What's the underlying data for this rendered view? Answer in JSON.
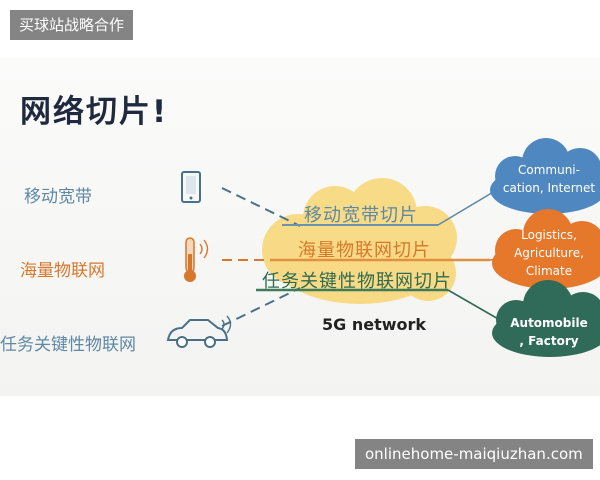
{
  "watermark_top": "买球站战略合作",
  "watermark_bottom": "onlinehome-maiqiuzhan.com",
  "diagram": {
    "title": "网络切片!",
    "left_labels": [
      "移动宽带",
      "海量物联网",
      "任务关键性物联网"
    ],
    "slices": [
      "移动宽带切片",
      "海量物联网切片",
      "任务关键性物联网切片"
    ],
    "network_label": "5G network",
    "clouds": [
      {
        "text": "Communi-\ncation, Internet"
      },
      {
        "text": "Logistics,\nAgriculture,\nClimate"
      },
      {
        "text": "Automobile\n, Factory"
      }
    ],
    "colors": {
      "blue": "#5e88a3",
      "orange": "#d7772c",
      "green": "#2f6b4e",
      "cloud_blue": "#4f88c0",
      "cloud_orange": "#e5782b",
      "cloud_green": "#2f6b58",
      "center_cloud": "#f9d87a"
    }
  }
}
